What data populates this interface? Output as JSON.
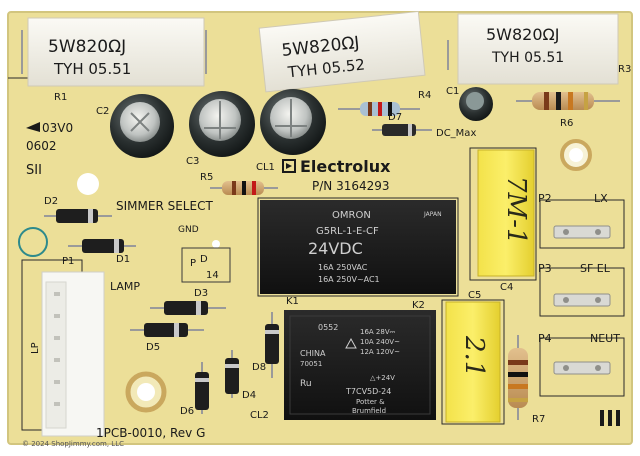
{
  "image": {
    "subject": "appliance control circuit board",
    "board_color": "#ecdf98",
    "silk_color": "#1a1a1a"
  },
  "resistors_power": [
    {
      "line1": "5W820ΩJ",
      "line2": "TYH 05.51"
    },
    {
      "line1": "5W820ΩJ",
      "line2": "TYH 05.52"
    },
    {
      "line1": "5W820ΩJ",
      "line2": "TYH 05.51"
    }
  ],
  "silkscreen": {
    "brand": "Electrolux",
    "part_number": "P/N 3164293",
    "simmer_select": "SIMMER SELECT",
    "date_code": "03V0",
    "code_0602": "0602",
    "sii": "SII",
    "lamp": "LAMP",
    "gnd": "GND",
    "pcb_rev": "1PCB-0010, Rev G",
    "dc_max": "DC_Max",
    "lp": "LP",
    "lx": "LX",
    "sf_el": "SF EL",
    "neut": "NEUT"
  },
  "refdes": {
    "r1": "R1",
    "c2": "C2",
    "c3": "C3",
    "cl1": "CL1",
    "r5": "R5",
    "r4": "R4",
    "d7": "D7",
    "c1": "C1",
    "r6": "R6",
    "r3": "R3",
    "d2": "D2",
    "d1": "D1",
    "p1": "P1",
    "d3": "D3",
    "d5": "D5",
    "d6": "D6",
    "d4": "D4",
    "d8": "D8",
    "cl2": "CL2",
    "k1": "K1",
    "k2": "K2",
    "c5": "C5",
    "c4": "C4",
    "r7": "R7",
    "p2": "P2",
    "p3": "P3",
    "p4": "P4"
  },
  "relay_k1": {
    "brand": "OMRON",
    "origin": "JAPAN",
    "model": "G5RL-1-E-CF",
    "voltage": "24VDC",
    "line1": "16A 250VAC",
    "line2": "16A 250V~AC1"
  },
  "relay_k2": {
    "lot": "0552",
    "origin": "CHINA",
    "code": "70051",
    "rating1": "16A 28V⎓",
    "rating2": "10A 240V~",
    "rating3": "12A 120V~",
    "coil": "△+24V",
    "model": "T7CV5D-24",
    "maker1": "Potter &",
    "maker2": "Brumfield",
    "cert": "Ru"
  },
  "handwriting": {
    "on_c4": "7M-1",
    "on_c5": "2.1"
  },
  "stamp": {
    "line1": "P",
    "line2": "D",
    "line3": "14"
  },
  "watermark": "© 2024 ShopJimmy.com, LLC"
}
